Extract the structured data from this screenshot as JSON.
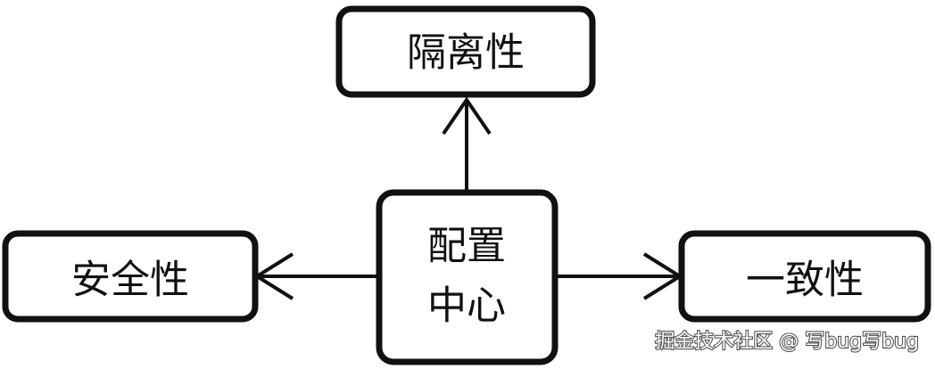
{
  "diagram": {
    "nodes": {
      "isolation": {
        "label": "隔离性"
      },
      "center_line1": {
        "label": "配置"
      },
      "center_line2": {
        "label": "中心"
      },
      "security": {
        "label": "安全性"
      },
      "consistency": {
        "label": "一致性"
      }
    },
    "edges": [
      {
        "from": "配置中心",
        "to": "隔离性"
      },
      {
        "from": "配置中心",
        "to": "安全性"
      },
      {
        "from": "配置中心",
        "to": "一致性"
      }
    ]
  },
  "watermark": {
    "text": "掘金技术社区 @ 写bug写bug"
  }
}
